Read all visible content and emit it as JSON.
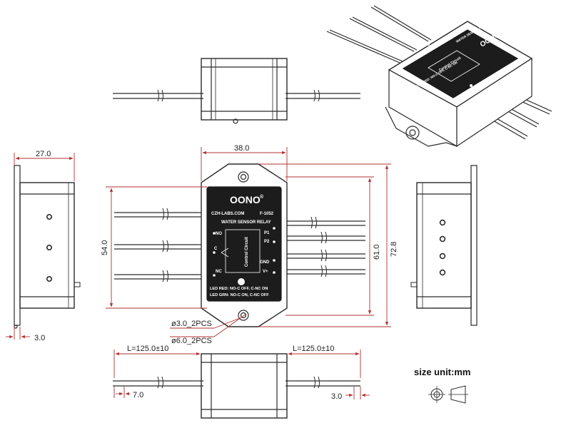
{
  "dimensions": {
    "width_38": "38.0",
    "depth_27": "27.0",
    "height_54": "54.0",
    "height_61": "61.0",
    "height_72": "72.8",
    "base_3_left": "3.0",
    "hole_small": "ø3.0_2PCS",
    "hole_large": "ø6.0_2PCS",
    "lead_left": "L=125.0±10",
    "lead_right": "L=125.0±10",
    "strip_7": "7.0",
    "strip_3": "3.0"
  },
  "label": {
    "brand": "OONO",
    "registered": "®",
    "website": "CZH-LABS.COM",
    "model": "F-1052",
    "title": "WATER SENSOR RELAY",
    "no": "NO",
    "c": "C",
    "nc": "NC",
    "p1": "P1",
    "p2": "P2",
    "gnd": "GND",
    "vplus": "V+",
    "control_circuit": "Control Circuit",
    "led_red": "LED RED: NO-C OFF, C-NC ON",
    "led_grn": "LED GRN: NO-C ON, C-NC OFF"
  },
  "legend": {
    "size_unit": "size unit:mm"
  },
  "colors": {
    "outline": "#2a2a2a",
    "dimension": "#b03030",
    "label_bg": "#1c1c1c",
    "label_text": "#ffffff"
  }
}
